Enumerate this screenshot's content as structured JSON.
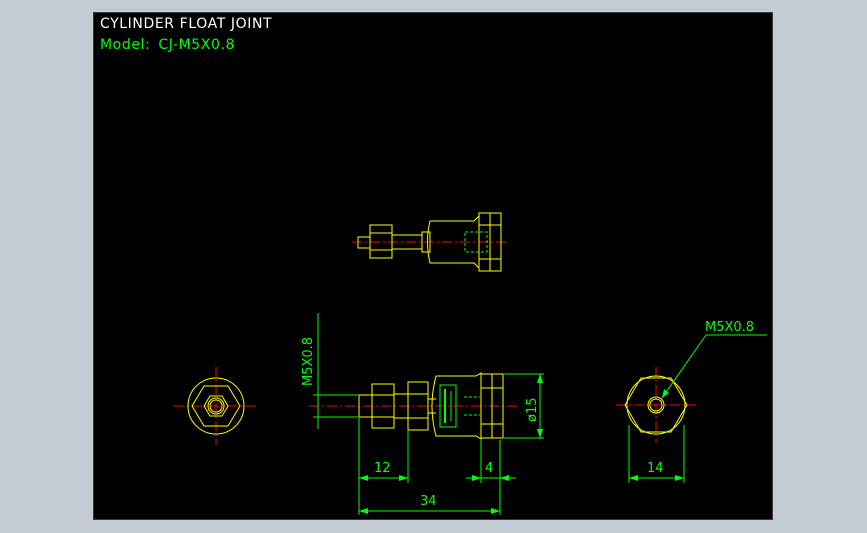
{
  "drawing": {
    "title": "CYLINDER FLOAT JOINT",
    "model_label": "Model:",
    "model_value": "CJ-M5X0.8"
  },
  "dimensions": {
    "thread_vertical": "M5X0.8",
    "thread_callout": "M5X0.8",
    "diameter": "ø15",
    "length_total": "34",
    "length_stud": "12",
    "length_hex": "4",
    "hex_width": "14"
  },
  "colors": {
    "background": "#000000",
    "outline": "#ffff00",
    "dimension": "#00ff00",
    "centerline": "#ff0000",
    "title": "#ffffff"
  }
}
